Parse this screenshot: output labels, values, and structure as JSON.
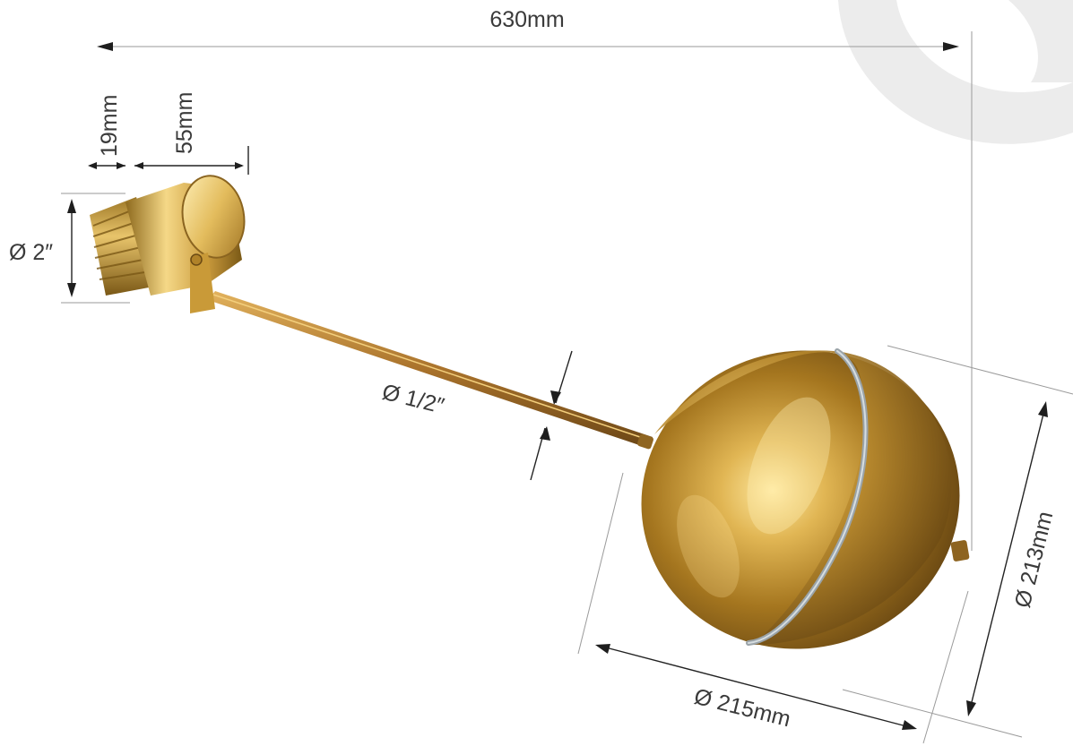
{
  "dimensions": {
    "overall_length": "630mm",
    "thread_length": "19mm",
    "body_length": "55mm",
    "inlet_diameter": "Ø 2″",
    "rod_diameter": "Ø 1/2″",
    "ball_height": "Ø 213mm",
    "ball_width": "Ø 215mm"
  },
  "colors": {
    "brass_light": "#f3d27a",
    "brass_mid": "#c79a3a",
    "brass_dark": "#6b4a14",
    "seam": "#9aa3a8",
    "label_text": "#3a3a3a",
    "watermark": "#ededed"
  }
}
